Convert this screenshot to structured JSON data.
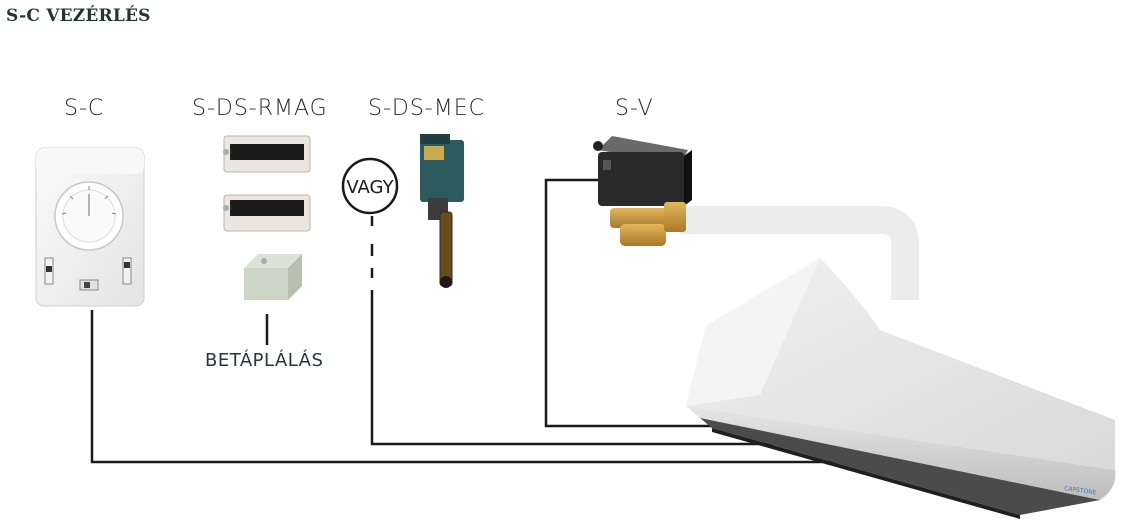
{
  "title": "S-C VEZÉRLÉS",
  "components": {
    "sc": "S-C",
    "rmag": "S-DS-RMAG",
    "mec": "S-DS-MEC",
    "sv": "S-V"
  },
  "or_label": "VAGY",
  "power_label": "BETÁPLÁLÁS",
  "brand": "CAPSTONE"
}
